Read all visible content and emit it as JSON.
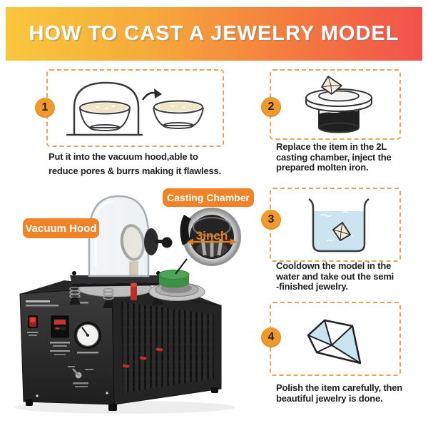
{
  "header": {
    "title": "HOW TO CAST A JEWELRY MODEL"
  },
  "steps": [
    {
      "number": "1",
      "caption_lines": [
        "Put it into the vacuum hood,able to",
        "reduce pores & burrs making it flawless."
      ]
    },
    {
      "number": "2",
      "caption_lines": [
        "Replace the item in the 2L",
        "casting chamber, inject the",
        "prepared molten iron."
      ]
    },
    {
      "number": "3",
      "caption_lines": [
        "Cooldown the model in the",
        "water and take out the semi",
        "-finished jewelry."
      ]
    },
    {
      "number": "4",
      "caption_lines": [
        "Polish the item carefully, then",
        "beautiful jewelry is done."
      ]
    }
  ],
  "machine": {
    "labels": {
      "vacuum_hood": "Vacuum Hood",
      "casting_chamber": "Casting Chamber",
      "inset_size": "3inch"
    }
  },
  "colors": {
    "banner_gradient_left": "#F8C83C",
    "banner_gradient_right": "#F1514B",
    "step_badge_orange": "#F2992B",
    "dashed_border": "#E2A55C",
    "label_orange": "#F08327",
    "inset_text_orange": "#E87E1B",
    "water_blue": "#CBE4F0",
    "liquid_cream": "#F0E5C5"
  }
}
